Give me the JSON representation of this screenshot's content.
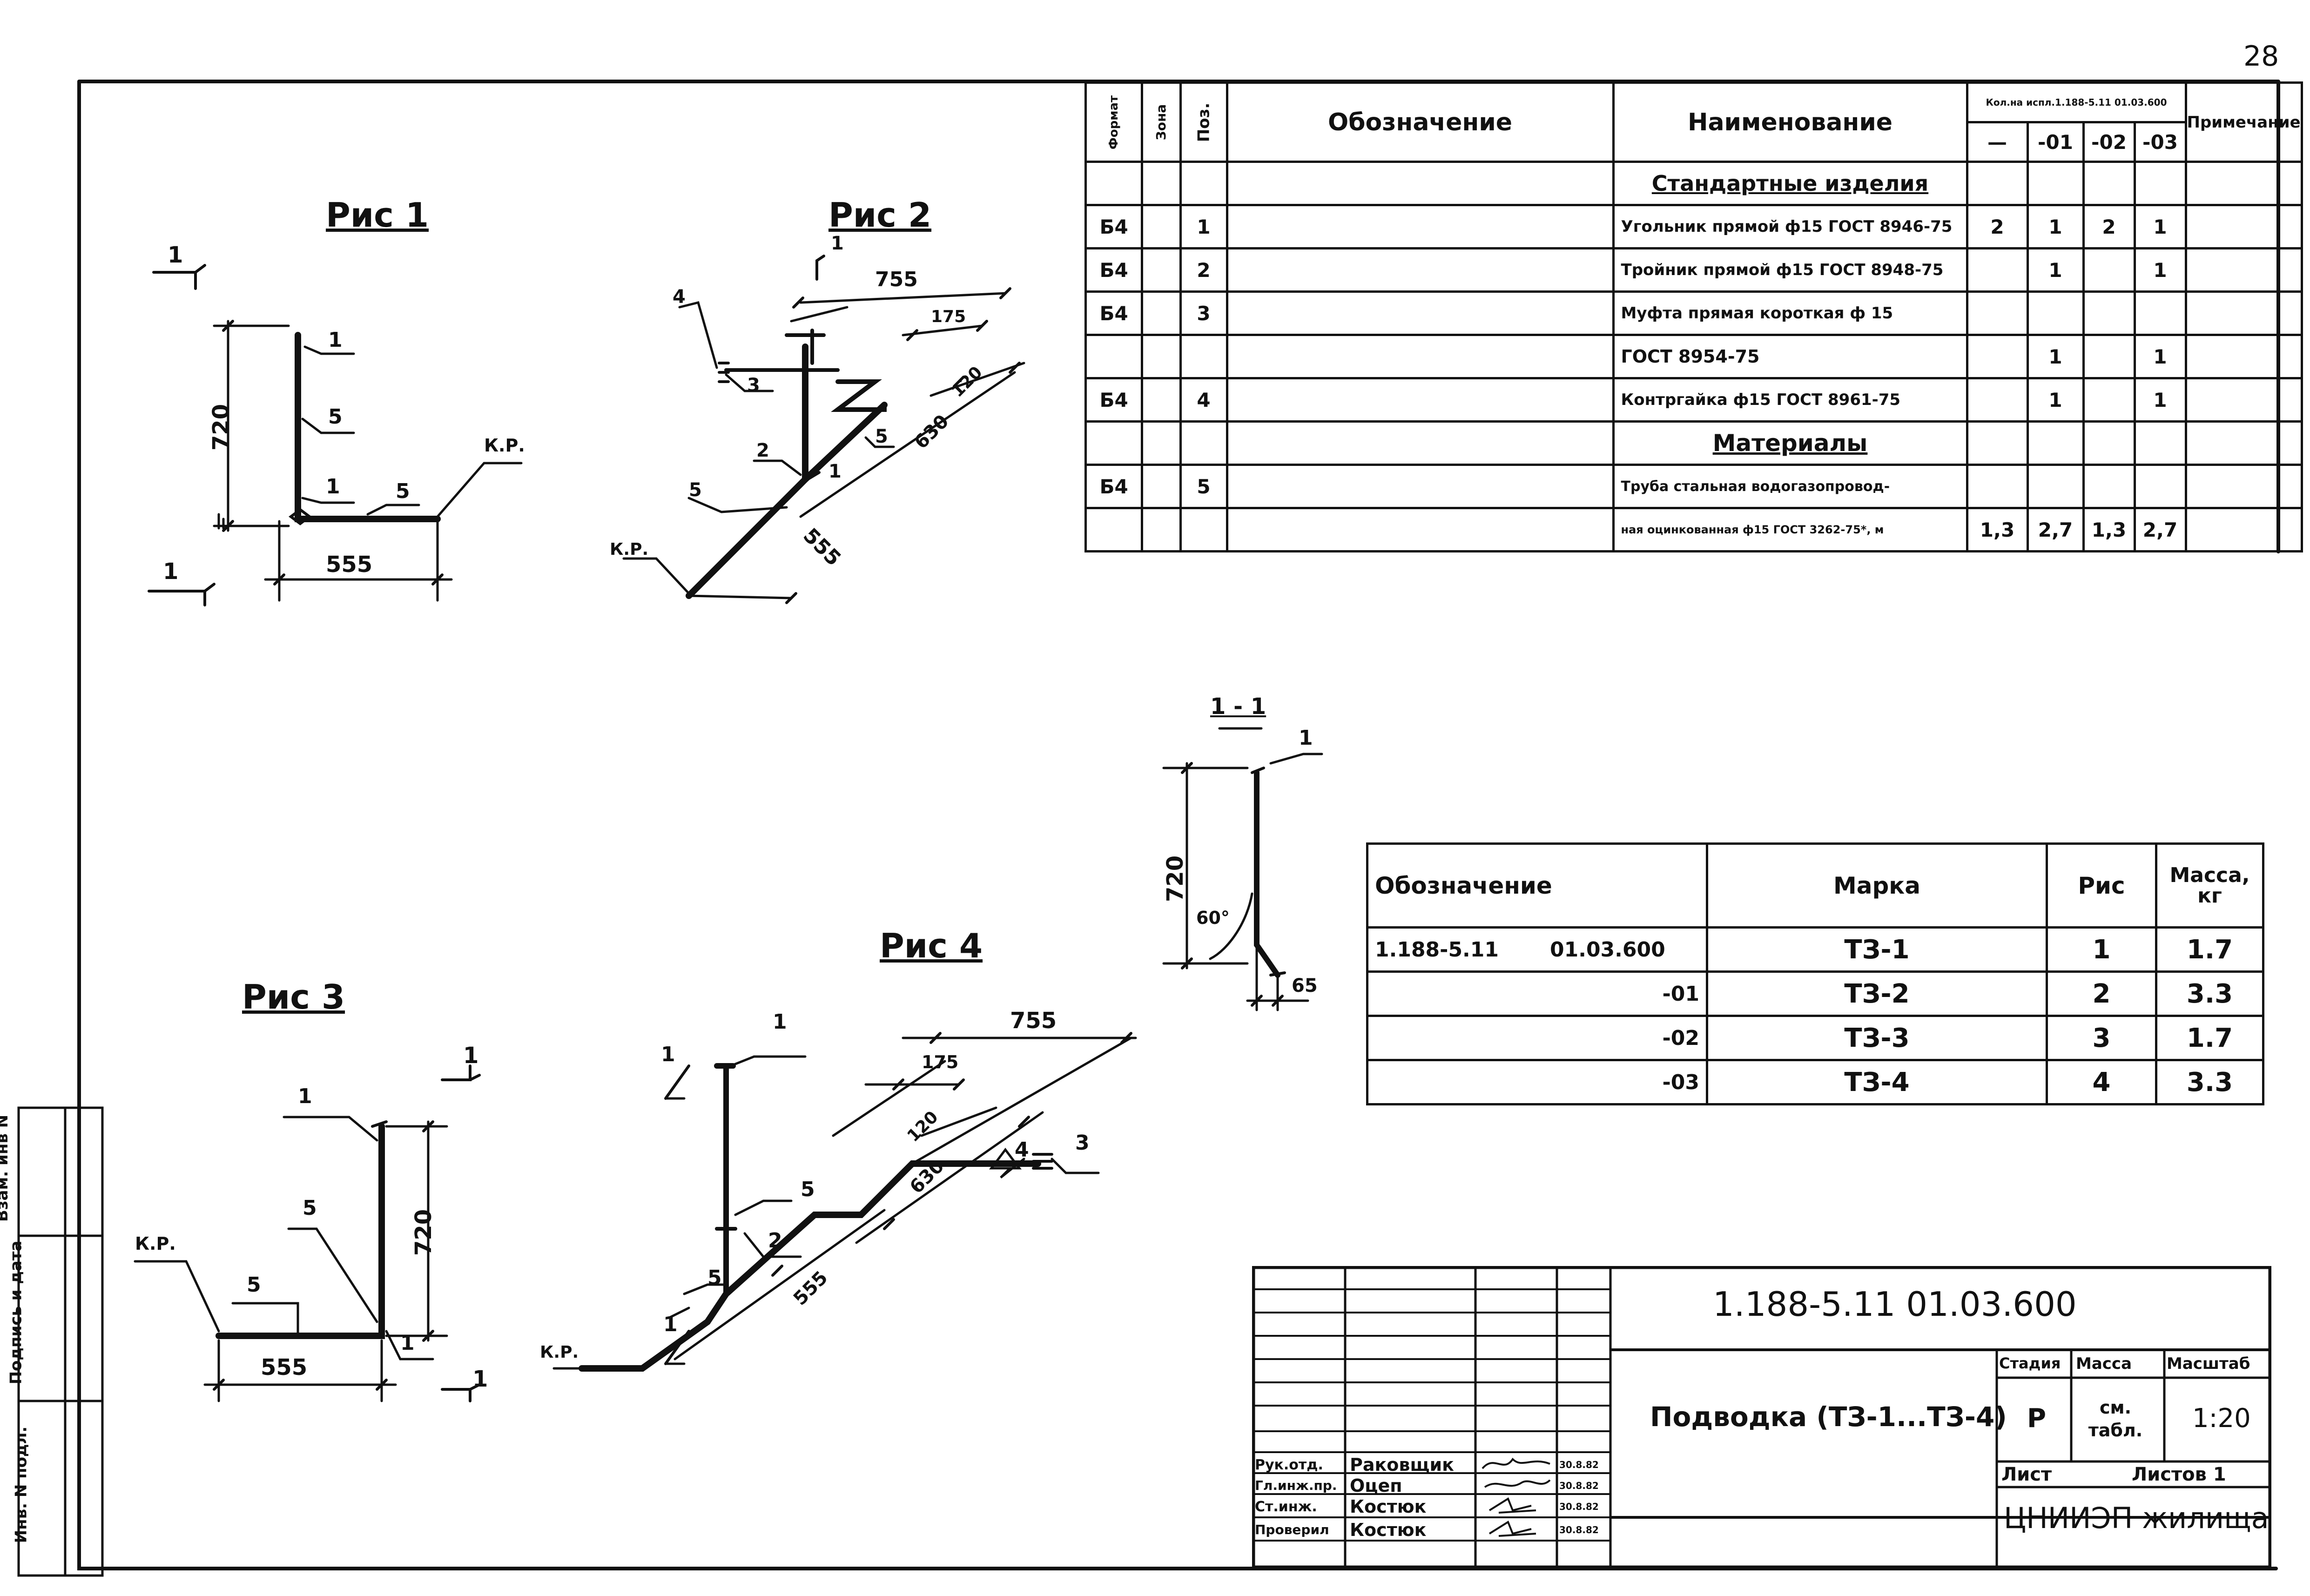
{
  "page_number": "28",
  "side_stamp": [
    "Инв. N подл.",
    "Подпись и дата",
    "Взам. инв N"
  ],
  "figures": {
    "fig1": {
      "title": "Рис 1",
      "section": "1",
      "dims": {
        "height": "720",
        "length": "555"
      },
      "labels": {
        "pos1_top": "1",
        "pos5_vert": "5",
        "pos1_bottom": "1",
        "pos5_horiz": "5",
        "kp": "К.Р."
      }
    },
    "fig2": {
      "title": "Рис 2",
      "section": "1",
      "dims": {
        "d755": "755",
        "d175": "175",
        "d120": "120",
        "d630": "630",
        "d555": "555"
      },
      "labels": {
        "p4": "4",
        "p3": "3",
        "p2": "2",
        "p1": "1",
        "p5a": "5",
        "p5b": "5",
        "kp": "К.Р."
      }
    },
    "fig3": {
      "title": "Рис 3",
      "section": "1",
      "dims": {
        "height": "720",
        "length": "555"
      },
      "labels": {
        "p1_top": "1",
        "p5_vert": "5",
        "p5_horiz": "5",
        "p1_bottom": "1",
        "kp": "К.Р."
      }
    },
    "fig4": {
      "title": "Рис 4",
      "section": "1",
      "dims": {
        "d755": "755",
        "d175": "175",
        "d120": "120",
        "d630": "630",
        "d555": "555"
      },
      "labels": {
        "p1": "1",
        "p4": "4",
        "p3": "3",
        "p2": "2",
        "p5a": "5",
        "p5b": "5",
        "kp": "К.Р."
      }
    },
    "section11": {
      "title": "1 - 1",
      "dims": {
        "height": "720",
        "angle": "60°",
        "offset": "65"
      },
      "labels": {
        "p1": "1"
      }
    }
  },
  "spec_table": {
    "headers": {
      "format": "Формат",
      "zone": "Зона",
      "pos": "Поз.",
      "designation": "Обозначение",
      "name": "Наименование",
      "qty": "Кол.на испл.1.188-5.11 01.03.600",
      "note": "Примечание",
      "q0": "—",
      "q1": "-01",
      "q2": "-02",
      "q3": "-03"
    },
    "rows": [
      {
        "format": "",
        "pos": "",
        "name": "Стандартные изделия",
        "q": [
          "",
          "",
          "",
          ""
        ],
        "section": true
      },
      {
        "format": "Б4",
        "pos": "1",
        "name": "Угольник прямой ф15 ГОСТ 8946-75",
        "q": [
          "2",
          "1",
          "2",
          "1"
        ]
      },
      {
        "format": "Б4",
        "pos": "2",
        "name": "Тройник прямой ф15 ГОСТ 8948-75",
        "q": [
          "",
          "1",
          "",
          "1"
        ]
      },
      {
        "format": "Б4",
        "pos": "3",
        "name": "Муфта прямая короткая ф 15",
        "q": [
          "",
          "",
          "",
          ""
        ]
      },
      {
        "format": "",
        "pos": "",
        "name": "ГОСТ 8954-75",
        "q": [
          "",
          "1",
          "",
          "1"
        ]
      },
      {
        "format": "Б4",
        "pos": "4",
        "name": "Контргайка ф15 ГОСТ 8961-75",
        "q": [
          "",
          "1",
          "",
          "1"
        ]
      },
      {
        "format": "",
        "pos": "",
        "name": "Материалы",
        "q": [
          "",
          "",
          "",
          ""
        ],
        "section": true
      },
      {
        "format": "Б4",
        "pos": "5",
        "name": "Труба стальная водогазопровод-",
        "q": [
          "",
          "",
          "",
          ""
        ]
      },
      {
        "format": "",
        "pos": "",
        "name": "ная оцинкованная ф15 ГОСТ 3262-75*, м",
        "q": [
          "1,3",
          "2,7",
          "1,3",
          "2,7"
        ]
      }
    ]
  },
  "marks_table": {
    "headers": [
      "Обозначение",
      "Марка",
      "Рис",
      "Масса, кг"
    ],
    "rows": [
      {
        "code": "1.188-5.11",
        "sub": "01.03.600",
        "mark": "ТЗ-1",
        "fig": "1",
        "mass": "1.7"
      },
      {
        "code": "",
        "sub": "-01",
        "mark": "ТЗ-2",
        "fig": "2",
        "mass": "3.3"
      },
      {
        "code": "",
        "sub": "-02",
        "mark": "ТЗ-3",
        "fig": "3",
        "mass": "1.7"
      },
      {
        "code": "",
        "sub": "-03",
        "mark": "ТЗ-4",
        "fig": "4",
        "mass": "3.3"
      }
    ]
  },
  "title_block": {
    "doc_code": "1.188-5.11     01.03.600",
    "title": "Подводка (ТЗ-1...ТЗ-4)",
    "stage_label": "Стадия",
    "mass_label": "Масса",
    "scale_label": "Масштаб",
    "stage": "Р",
    "mass": "см. табл.",
    "scale": "1:20",
    "sheet_label": "Лист",
    "sheets_label": "Листов 1",
    "org": "ЦНИИЭП жилища",
    "signatures": [
      {
        "role": "Рук.отд.",
        "name": "Раковщик",
        "date": "30.8.82"
      },
      {
        "role": "Гл.инж.пр.",
        "name": "Оцеп",
        "date": "30.8.82"
      },
      {
        "role": "Ст.инж.",
        "name": "Костюк",
        "date": "30.8.82"
      },
      {
        "role": "Проверил",
        "name": "Костюк",
        "date": "30.8.82"
      }
    ]
  }
}
